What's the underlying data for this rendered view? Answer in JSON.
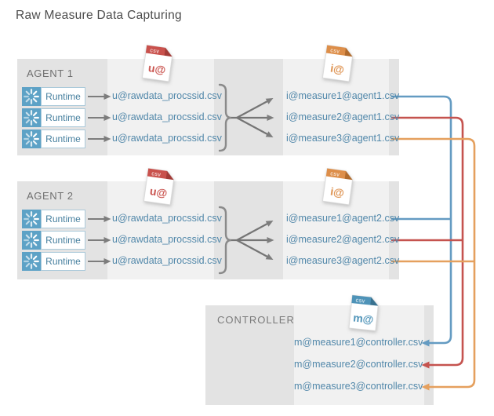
{
  "title": "Raw Measure Data Capturing",
  "agents": [
    {
      "label": "AGENT 1",
      "runtime_label": "Runtime",
      "raw_file": "u@rawdata_procssid.csv",
      "raw_icon": {
        "badge": "csv",
        "label": "u@"
      },
      "out_icon": {
        "badge": "csv",
        "label": "i@"
      },
      "measure_files": [
        "i@measure1@agent1.csv",
        "i@measure2@agent1.csv",
        "i@measure3@agent1.csv"
      ]
    },
    {
      "label": "AGENT 2",
      "runtime_label": "Runtime",
      "raw_file": "u@rawdata_procssid.csv",
      "raw_icon": {
        "badge": "csv",
        "label": "u@"
      },
      "out_icon": {
        "badge": "csv",
        "label": "i@"
      },
      "measure_files": [
        "i@measure1@agent2.csv",
        "i@measure2@agent2.csv",
        "i@measure3@agent2.csv"
      ]
    }
  ],
  "controller": {
    "label": "CONTROLLER",
    "icon": {
      "badge": "csv",
      "label": "m@"
    },
    "files": [
      "m@measure1@controller.csv",
      "m@measure2@controller.csv",
      "m@measure3@controller.csv"
    ]
  },
  "colors": {
    "panel_dark": "#E3E3E3",
    "panel_light": "#F1F1F1",
    "filename_text": "#5288AA",
    "runtime_square": "#5DA2C6",
    "gray_arrow": "#7D7D7D",
    "route_blue": "#649BC2",
    "route_red": "#C5534F",
    "route_orange": "#E5A05E",
    "icon_red": "#C9514C",
    "icon_orange": "#DD8E49",
    "icon_blue": "#4E93B8"
  }
}
